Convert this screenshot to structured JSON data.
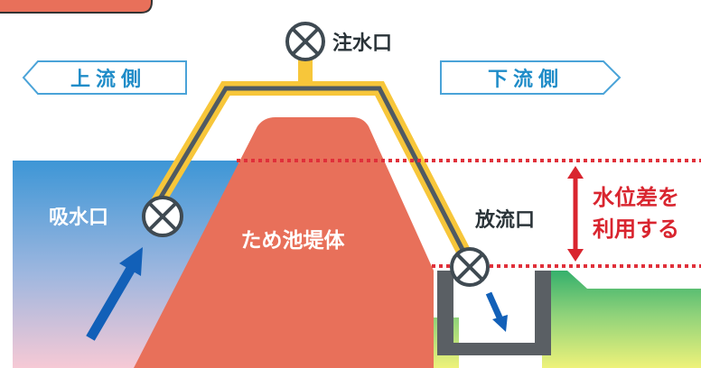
{
  "labels": {
    "upstream": "上流側",
    "downstream": "下流側",
    "inlet": "注水口",
    "intake": "吸水口",
    "discharge": "放流口",
    "dam": "ため池堤体",
    "level_diff_line1": "水位差を",
    "level_diff_line2": "利用する"
  },
  "colors": {
    "dam": "#e8705a",
    "pipe_outer": "#f7c63a",
    "pipe_inner": "#4f5a63",
    "water_top": "#3d96d6",
    "water_bottom": "#f5c8d4",
    "dotted_line": "#e0303a",
    "arrow_blue": "#1260b8",
    "tab_fill": "#e8705a",
    "tab_border": "#333333",
    "banner_border": "#4aa3d8",
    "banner_text": "#1f8cc8",
    "emphasis_text": "#d9252f",
    "ground_green": "#3db870",
    "ground_yellow": "#eef27a",
    "channel_gray": "#5a5f64"
  }
}
